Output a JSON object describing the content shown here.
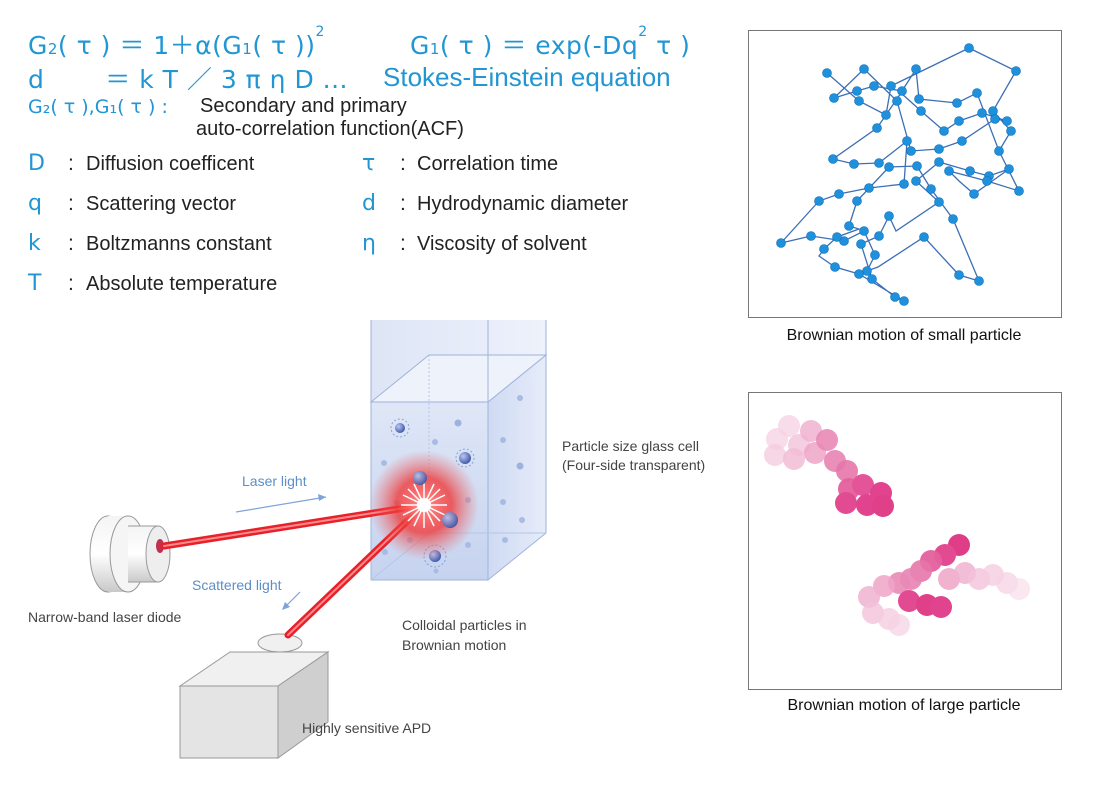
{
  "equations": {
    "g2_lhs": "G",
    "g2_sub": "2",
    "g2_rest": "( τ )  ＝ 1＋α(G",
    "g2_sub2": "1",
    "g2_rest2": "( τ ))",
    "g2_sup": "2",
    "g1_lhs": "G",
    "g1_sub": "1",
    "g1_rest": "( τ ) ＝ exp(-Dq",
    "g1_sup": "2",
    "g1_end": " τ )",
    "d_lhs": "d",
    "d_rest": "＝ k T ／ 3 π η D ...",
    "stokes": "Stokes-Einstein equation"
  },
  "acf": {
    "symbols": "G₂( τ ),G₁( τ ) :",
    "line1": "Secondary and primary",
    "line2": "auto-correlation function(ACF)"
  },
  "legend": [
    {
      "symbol": "D",
      "colon": ":",
      "text": "Diffusion coefficent"
    },
    {
      "symbol": "q",
      "colon": ":",
      "text": "Scattering vector"
    },
    {
      "symbol": "k",
      "colon": ":",
      "text": "Boltzmanns constant"
    },
    {
      "symbol": "T",
      "colon": ":",
      "text": "Absolute temperature"
    },
    {
      "symbol": "τ",
      "colon": ":",
      "text": "Correlation time"
    },
    {
      "symbol": "d",
      "colon": ":",
      "text": "Hydrodynamic diameter"
    },
    {
      "symbol": "η",
      "colon": ":",
      "text": "Viscosity of solvent"
    }
  ],
  "diagram": {
    "laser_light": "Laser light",
    "scattered_light": "Scattered light",
    "laser_diode": "Narrow-band laser diode",
    "apd": "Highly sensitive APD",
    "glass_cell_1": "Particle size glass cell",
    "glass_cell_2": "(Four-side transparent)",
    "colloid_1": "Colloidal particles in",
    "colloid_2": "Brownian motion"
  },
  "plots": {
    "small_caption": "Brownian motion of small particle",
    "large_caption": "Brownian motion of large particle"
  },
  "colors": {
    "accent_blue": "#2196d3",
    "laser_red": "#e8202a",
    "path_blue": "#3d6fb5",
    "dot_blue": "#1e90dc",
    "pink": "#e2438f"
  }
}
